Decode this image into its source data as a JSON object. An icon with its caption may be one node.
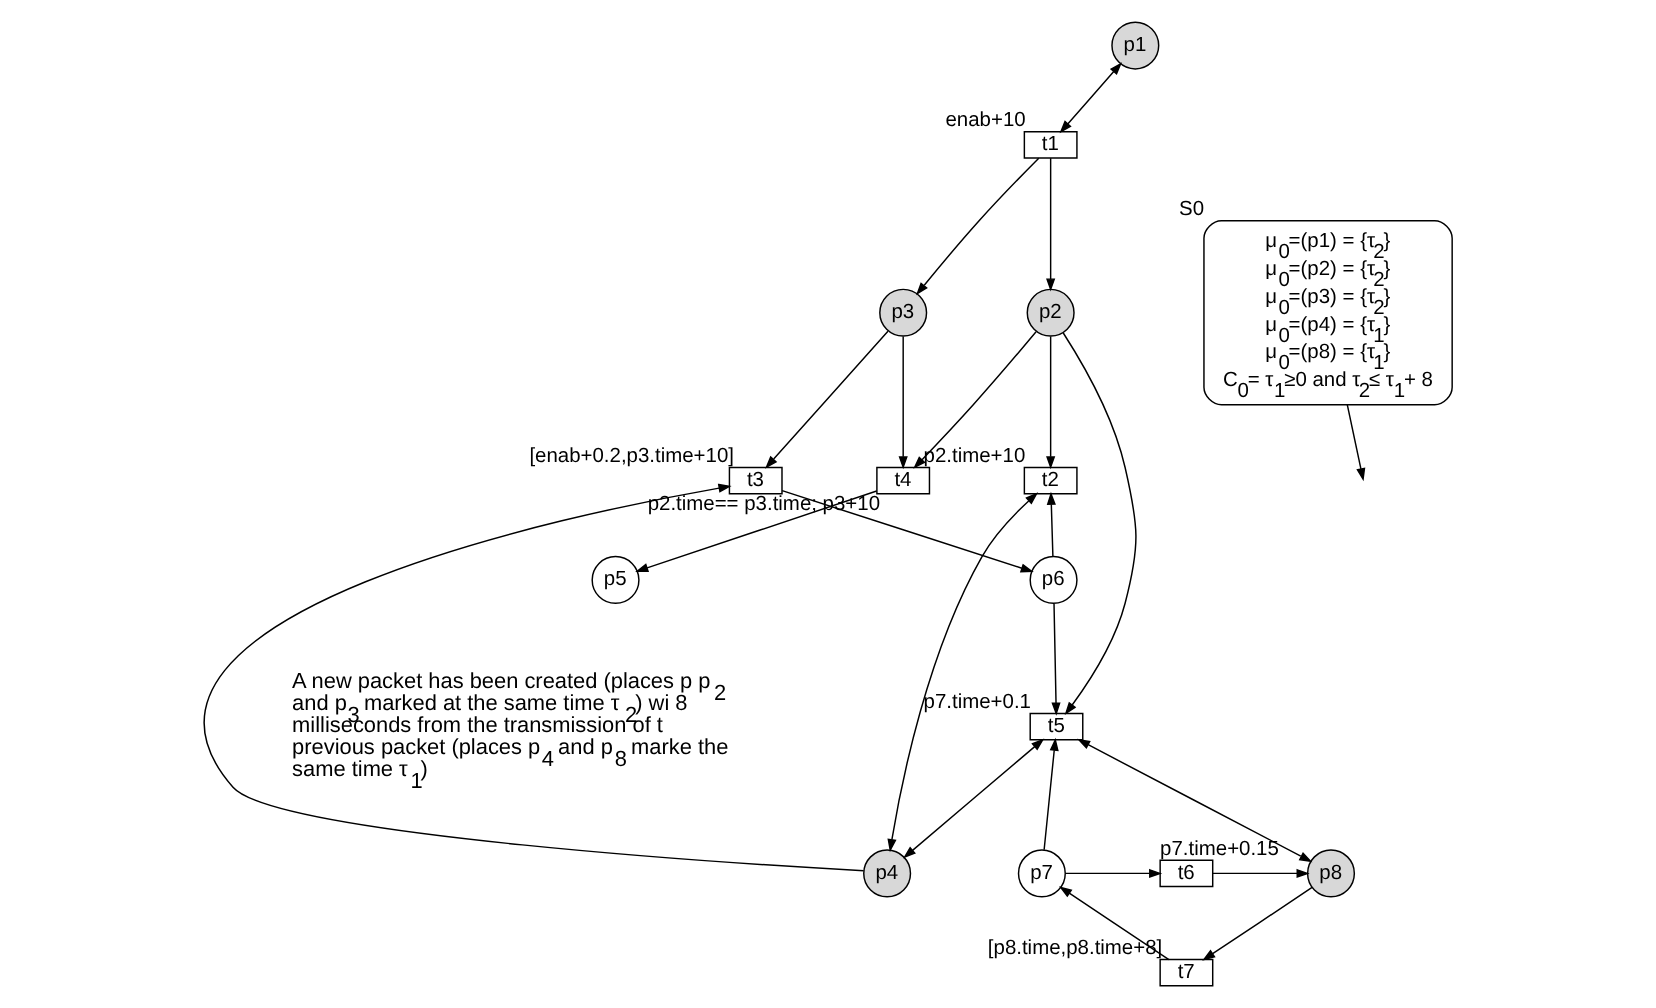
{
  "diagram": {
    "nodes": [
      {
        "text": [
          "p1"
        ]
      },
      {
        "text": [
          "t1"
        ],
        "beside": [
          "enab+10"
        ]
      },
      {
        "text": [
          "p2"
        ]
      },
      {
        "text": [
          "p3"
        ]
      },
      {
        "text": [
          "p4"
        ]
      },
      {
        "text": [
          "t2"
        ],
        "beside": [
          "p2.time+10"
        ]
      },
      {
        "text": [
          "t3"
        ],
        "beside": [
          "[enab+0.2,p3.time+10]"
        ]
      },
      {
        "text": [
          "t4"
        ],
        "beside": [
          "p2.time== p3.time; p3+10"
        ]
      },
      {
        "text": [
          "p6"
        ]
      },
      {
        "text": [
          "p5"
        ]
      },
      {
        "text": [
          "t5"
        ],
        "beside": [
          "p7.time+0.1"
        ]
      },
      {
        "text": [
          "p7"
        ]
      },
      {
        "text": [
          "t6"
        ],
        "beside": [
          "p7.time+0.15"
        ]
      },
      {
        "text": [
          "p8"
        ]
      },
      {
        "text": [
          "t7"
        ],
        "beside": [
          "[p8.time,p8.time+8]"
        ]
      },
      {
        "text": [
          "S0",
          "μ$_{0}$=(p1) = {τ$_{2}$}",
          "μ$_{0}$=(p2) = {τ$_{2}$}",
          "μ$_{0}$=(p3) = {τ$_{2}$}",
          "μ$_{0}$=(p4) = {τ$_{1}$}",
          "μ$_{0}$=(p8) = {τ$_{1}$}",
          "C$_{0}$= τ$_{1}$≥0 and τ$_{2}$≤ τ$_{1}$+ 8"
        ]
      }
    ],
    "edges": [
      {
        "from": 0,
        "to": 1,
        "arrow": "both"
      },
      {
        "from": 1,
        "to": 2,
        "arrow": "to"
      },
      {
        "from": 1,
        "to": 3,
        "arrow": "to"
      },
      {
        "from": 2,
        "to": 5,
        "arrow": "to"
      },
      {
        "from": 2,
        "to": 7,
        "arrow": "to"
      },
      {
        "from": 2,
        "to": 10,
        "arrow": "to"
      },
      {
        "from": 3,
        "to": 6,
        "arrow": "to"
      },
      {
        "from": 3,
        "to": 7,
        "arrow": "to"
      },
      {
        "from": 10,
        "to": 4,
        "arrow": "both"
      },
      {
        "from": 5,
        "to": 4,
        "arrow": "both"
      },
      {
        "from": 4,
        "to": 6,
        "arrow": "to"
      },
      {
        "from": 8,
        "to": 5,
        "arrow": "to"
      },
      {
        "from": 6,
        "to": 8,
        "arrow": "to"
      },
      {
        "from": 8,
        "to": 10,
        "arrow": "to"
      },
      {
        "from": 7,
        "to": 9,
        "arrow": "to"
      },
      {
        "from": 10,
        "to": 13,
        "arrow": "both"
      },
      {
        "from": 11,
        "to": 10,
        "arrow": "to"
      },
      {
        "from": 11,
        "to": 12,
        "arrow": "to"
      },
      {
        "from": 12,
        "to": 13,
        "arrow": "to"
      },
      {
        "from": 13,
        "to": 14,
        "arrow": "to"
      },
      {
        "from": 14,
        "to": 11,
        "arrow": "to"
      },
      {
        "from": 15,
        "to": null,
        "arrow": "to"
      }
    ],
    "labels": [
      "A new packet has been created (places p p$_{2}$ and p$_{3}$ marked at the same time τ$_{2}$) wi 8 milliseconds from the transmission of t previous packet (places p$_{4}$ and p$_{8}$ marke the same time τ$_{1}$)"
    ]
  }
}
